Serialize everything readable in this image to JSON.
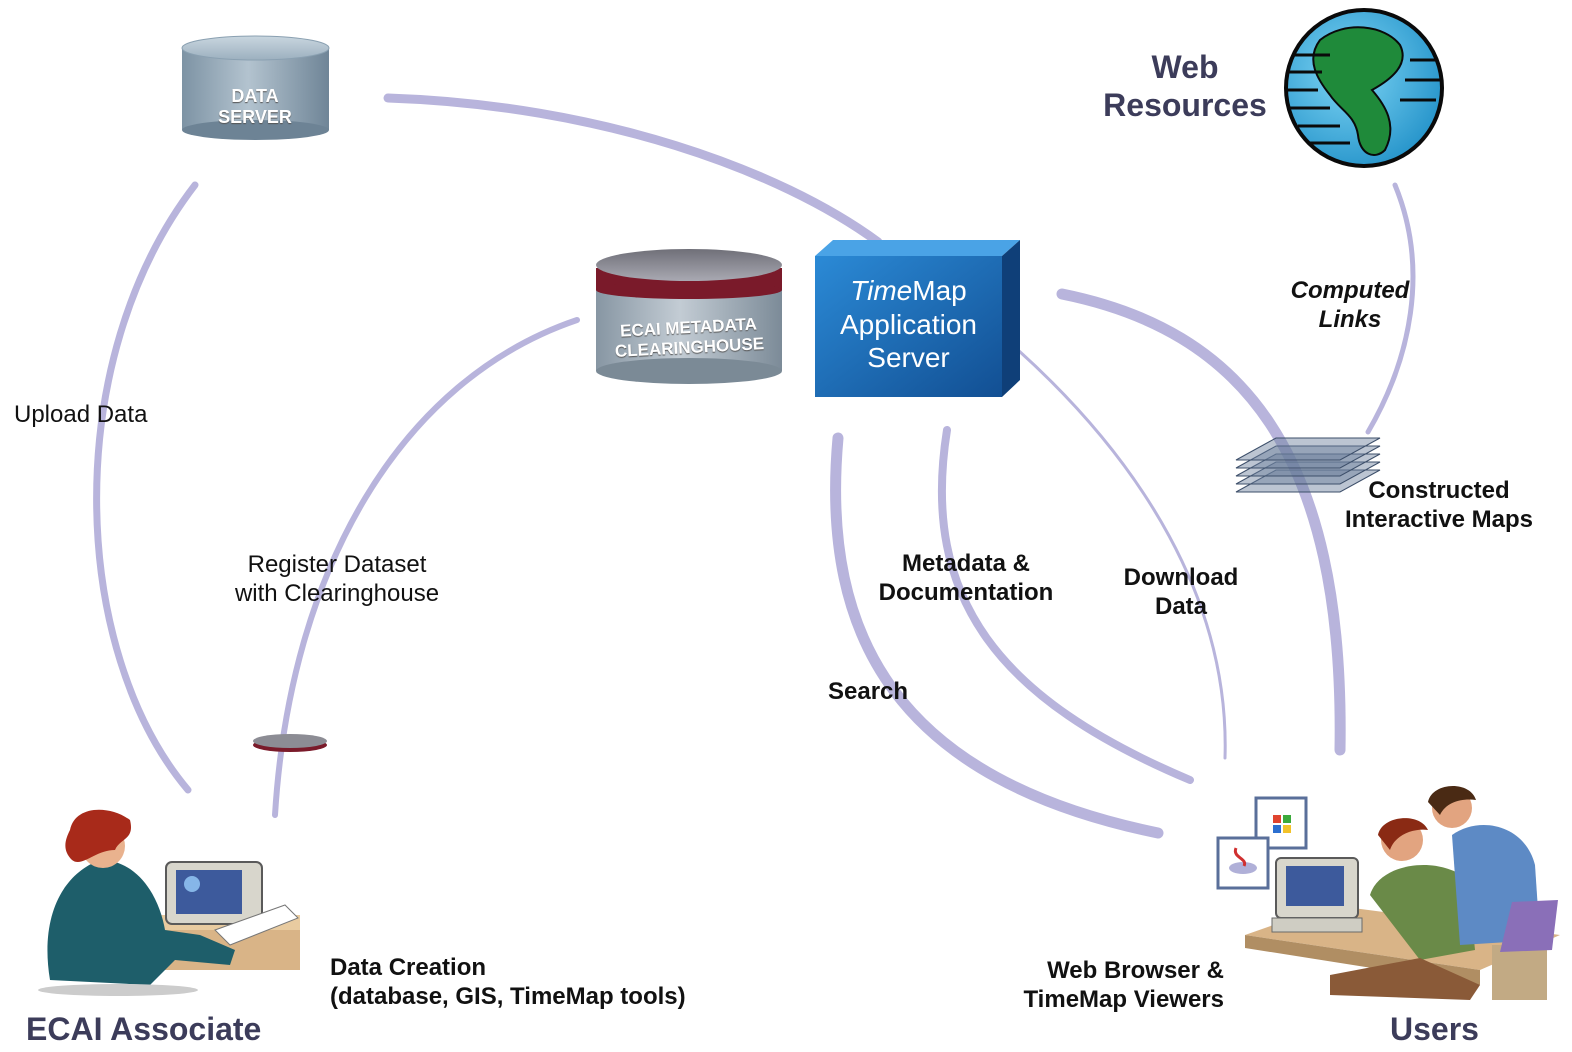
{
  "nodes": {
    "data_server": "DATA\nSERVER",
    "clearinghouse": "ECAI METADATA\nCLEARINGHOUSE",
    "app_server": {
      "italic": "Time",
      "rest": "Map",
      "line2": "Application",
      "line3": "Server"
    },
    "web_resources": "Web\nResources",
    "ecai_associate": "ECAI Associate",
    "users": "Users"
  },
  "labels": {
    "upload_data": "Upload Data",
    "register_dataset": "Register Dataset\nwith Clearinghouse",
    "data_creation": "Data Creation\n(database, GIS, TimeMap tools)",
    "search": "Search",
    "metadata_doc": "Metadata &\nDocumentation",
    "download_data": "Download\nData",
    "computed_links": "Computed\nLinks",
    "constructed_maps": "Constructed\nInteractive Maps",
    "web_browser": "Web Browser &\nTimeMap Viewers"
  },
  "colors": {
    "connector": "#b8b4dc",
    "cylinder_gray": "#8fa3b3",
    "clearinghouse_band": "#7a1a2a",
    "server_blue": "#1f6fb8",
    "title_text": "#3c3c5a"
  }
}
